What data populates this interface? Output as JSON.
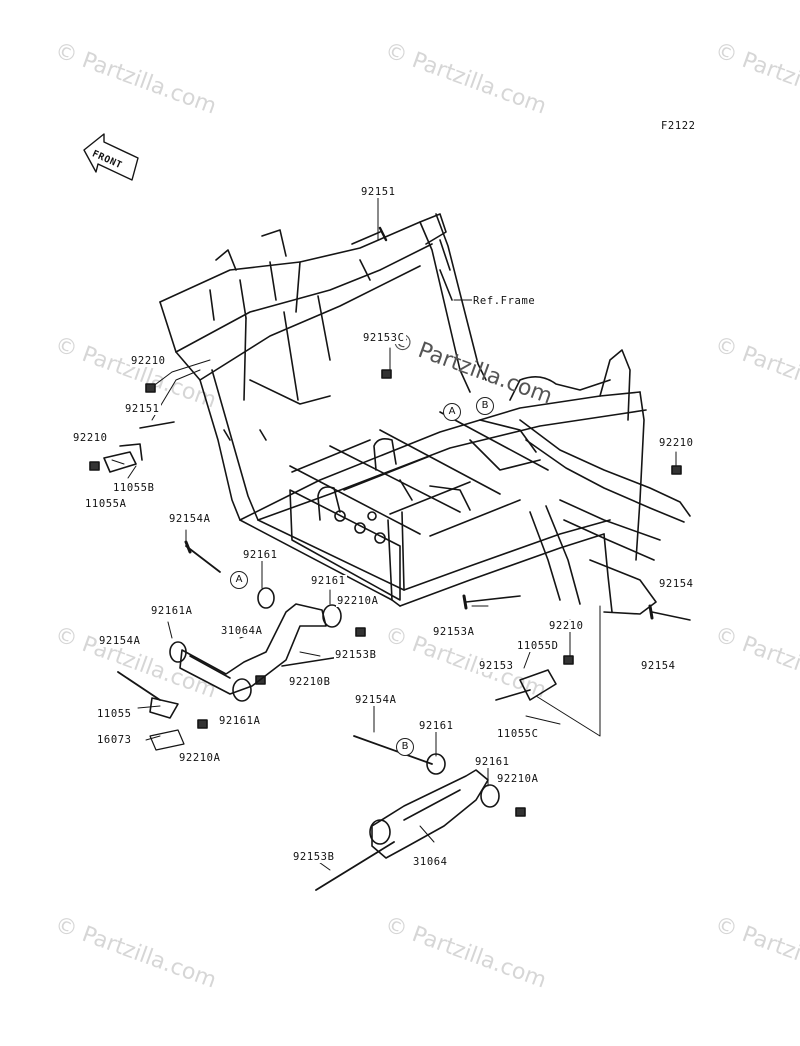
{
  "diagram_code": "F2122",
  "front_label": "FRONT",
  "ref_frame": "Ref.Frame",
  "watermark": "© Partzilla.com",
  "callouts": {
    "a": "A",
    "b": "B"
  },
  "parts": {
    "p92151_top": "92151",
    "p92153c": "92153C",
    "p92210_l1": "92210",
    "p92151_l": "92151",
    "p92210_l2": "92210",
    "p11055b": "11055B",
    "p11055a": "11055A",
    "p92210_r": "92210",
    "p92154a_1": "92154A",
    "p92161_1": "92161",
    "p92161_2": "92161",
    "p92210a_1": "92210A",
    "p92161a_1": "92161A",
    "p31064a": "31064A",
    "p92153b_1": "92153B",
    "p92154a_2": "92154A",
    "p92210b": "92210B",
    "p11055": "11055",
    "p92161a_2": "92161A",
    "p16073": "16073",
    "p92210a_2": "92210A",
    "p92153a": "92153A",
    "p92154_1": "92154",
    "p92210_m": "92210",
    "p11055d": "11055D",
    "p92153": "92153",
    "p92154_2": "92154",
    "p11055c": "11055C",
    "p92154a_3": "92154A",
    "p92161_3": "92161",
    "p92161_4": "92161",
    "p92210a_3": "92210A",
    "p92153b_2": "92153B",
    "p31064": "31064"
  }
}
